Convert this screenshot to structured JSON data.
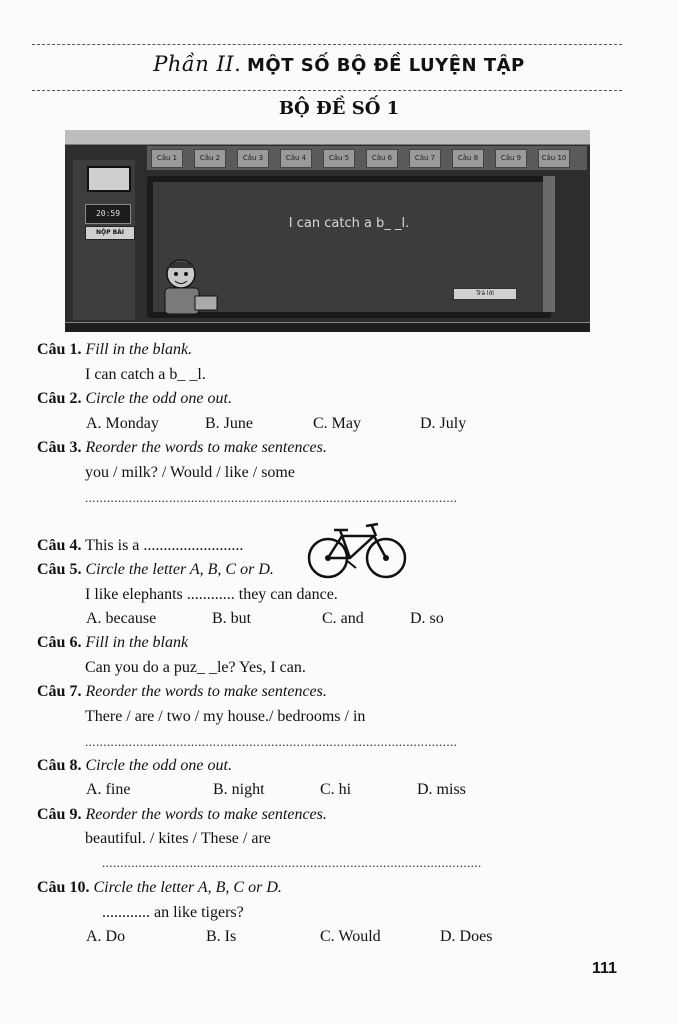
{
  "header": {
    "section_script": "Phần II.",
    "section_caps": "MỘT SỐ BỘ ĐỀ LUYỆN TẬP",
    "set_title": "BỘ ĐỀ SỐ 1"
  },
  "screenshot": {
    "tabs": [
      "Câu 1",
      "Câu 2",
      "Câu 3",
      "Câu 4",
      "Câu 5",
      "Câu 6",
      "Câu 7",
      "Câu 8",
      "Câu 9",
      "Câu 10"
    ],
    "timer": "20:59",
    "submit_label": "NỘP BÀI",
    "board_text": "I can catch a b_ _l.",
    "answer_label": "Trả lời"
  },
  "questions": {
    "q1": {
      "num": "Câu 1.",
      "instr": "Fill in the blank.",
      "line": "I can catch a b_ _l."
    },
    "q2": {
      "num": "Câu 2.",
      "instr": "Circle the odd one out.",
      "a": "A. Monday",
      "b": "B. June",
      "c": "C. May",
      "d": "D. July"
    },
    "q3": {
      "num": "Câu 3.",
      "instr": "Reorder the words to make sentences.",
      "line": "you / milk? / Would / like / some",
      "answer": "......................................................................................................"
    },
    "q4": {
      "num": "Câu 4.",
      "text": "This is a ........................."
    },
    "q5": {
      "num": "Câu 5.",
      "instr": "Circle the letter A, B, C or D.",
      "line": "I like elephants ............ they can dance.",
      "a": "A. because",
      "b": "B. but",
      "c": "C. and",
      "d": "D. so"
    },
    "q6": {
      "num": "Câu 6.",
      "instr": "Fill in the blank",
      "line": "Can you do a puz_ _le? Yes, I can."
    },
    "q7": {
      "num": "Câu 7.",
      "instr": "Reorder the words to make sentences.",
      "line": "There / are / two / my house./ bedrooms / in",
      "answer": "......................................................................................................"
    },
    "q8": {
      "num": "Câu 8.",
      "instr": "Circle the odd one out.",
      "a": "A. fine",
      "b": "B. night",
      "c": "C. hi",
      "d": "D. miss"
    },
    "q9": {
      "num": "Câu 9.",
      "instr": "Reorder the words to make sentences.",
      "line": "beautiful. / kites / These / are",
      "answer": "........................................................................................................"
    },
    "q10": {
      "num": "Câu 10.",
      "instr": "Circle the letter A, B, C or D.",
      "line": "............ an like tigers?",
      "a": "A. Do",
      "b": "B. Is",
      "c": "C. Would",
      "d": "D. Does"
    }
  },
  "page_number": "111"
}
